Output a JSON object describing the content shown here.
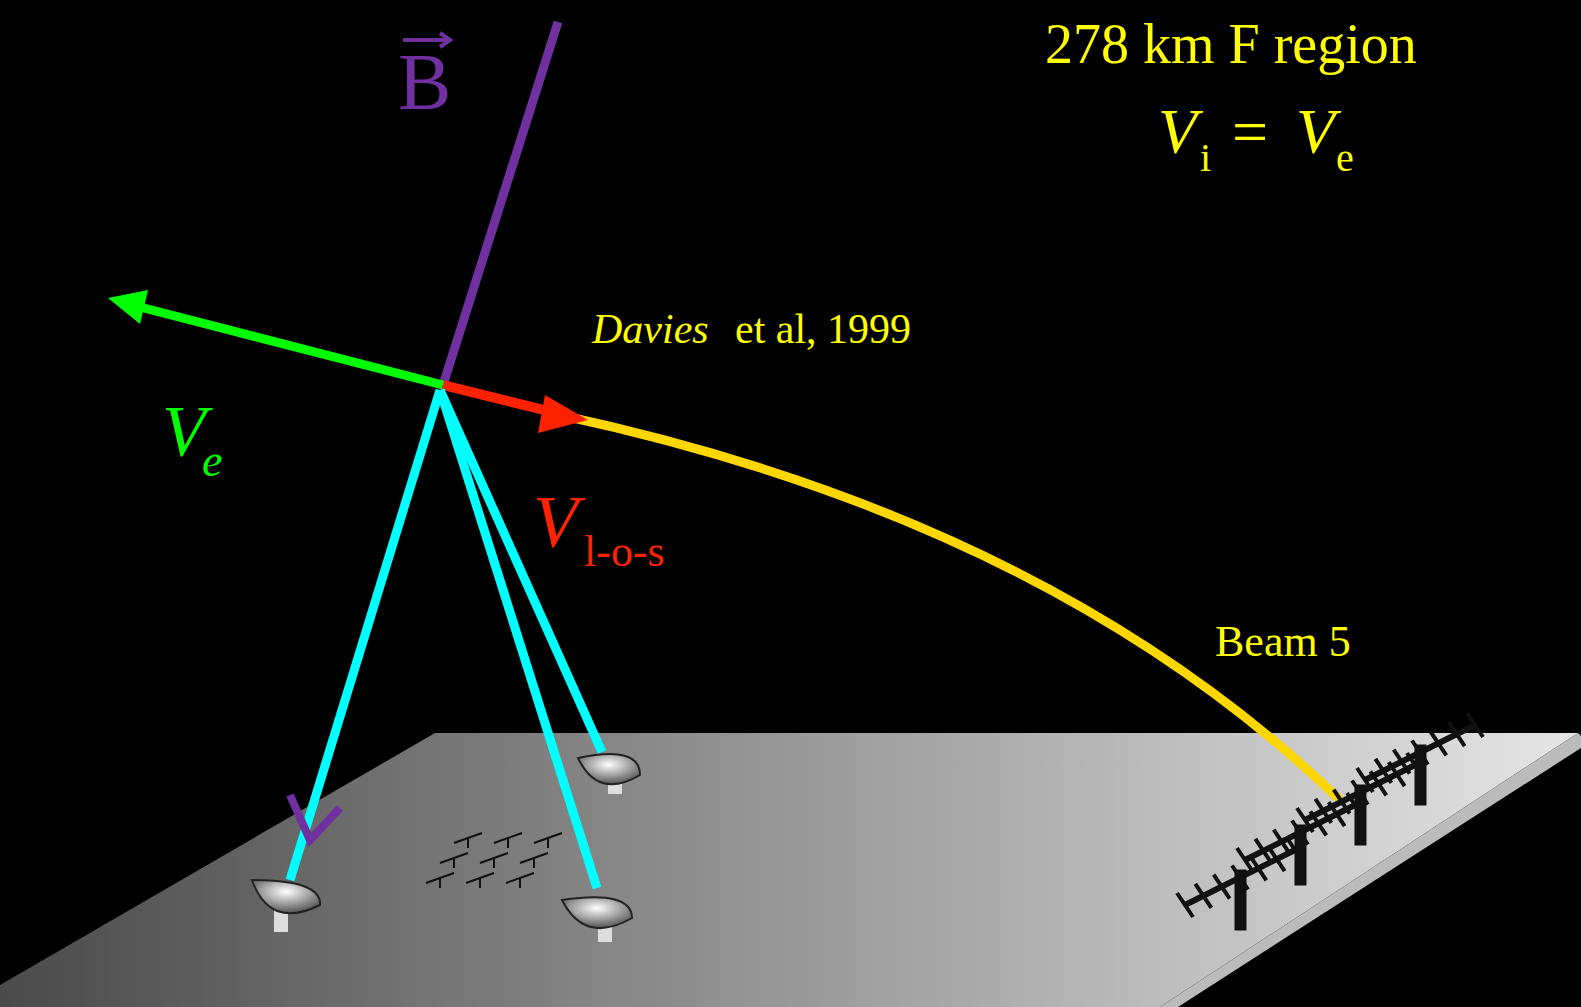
{
  "diagram": {
    "labels": [
      "278 km F region",
      "V",
      "i",
      "=",
      "V",
      "e",
      "B",
      "V",
      "e",
      "Davies",
      "et al, 1999",
      "V",
      "l-o-s",
      "Beam 5"
    ]
  }
}
